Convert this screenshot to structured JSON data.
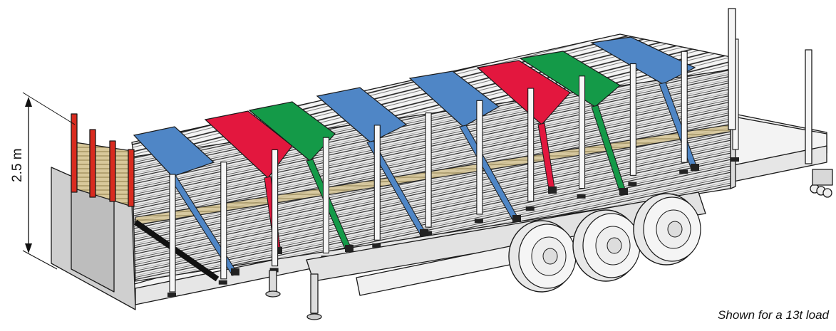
{
  "dimension_label": "2.5 m",
  "caption": "Shown for a 13t load",
  "colors": {
    "blue_strap": "#4f86c6",
    "red_strap": "#e3173e",
    "green_strap": "#149a48",
    "headboard": "#d92b1f",
    "trailer_deck": "#f2f2f2",
    "load_bundles": "#e4e4e4"
  },
  "straps": [
    {
      "color": "blue",
      "icon": "strap-blue"
    },
    {
      "color": "red",
      "icon": "strap-red"
    },
    {
      "color": "green",
      "icon": "strap-green"
    },
    {
      "color": "blue",
      "icon": "strap-blue"
    },
    {
      "color": "blue",
      "icon": "strap-blue"
    },
    {
      "color": "red",
      "icon": "strap-red"
    },
    {
      "color": "green",
      "icon": "strap-green"
    },
    {
      "color": "blue",
      "icon": "strap-blue"
    }
  ]
}
